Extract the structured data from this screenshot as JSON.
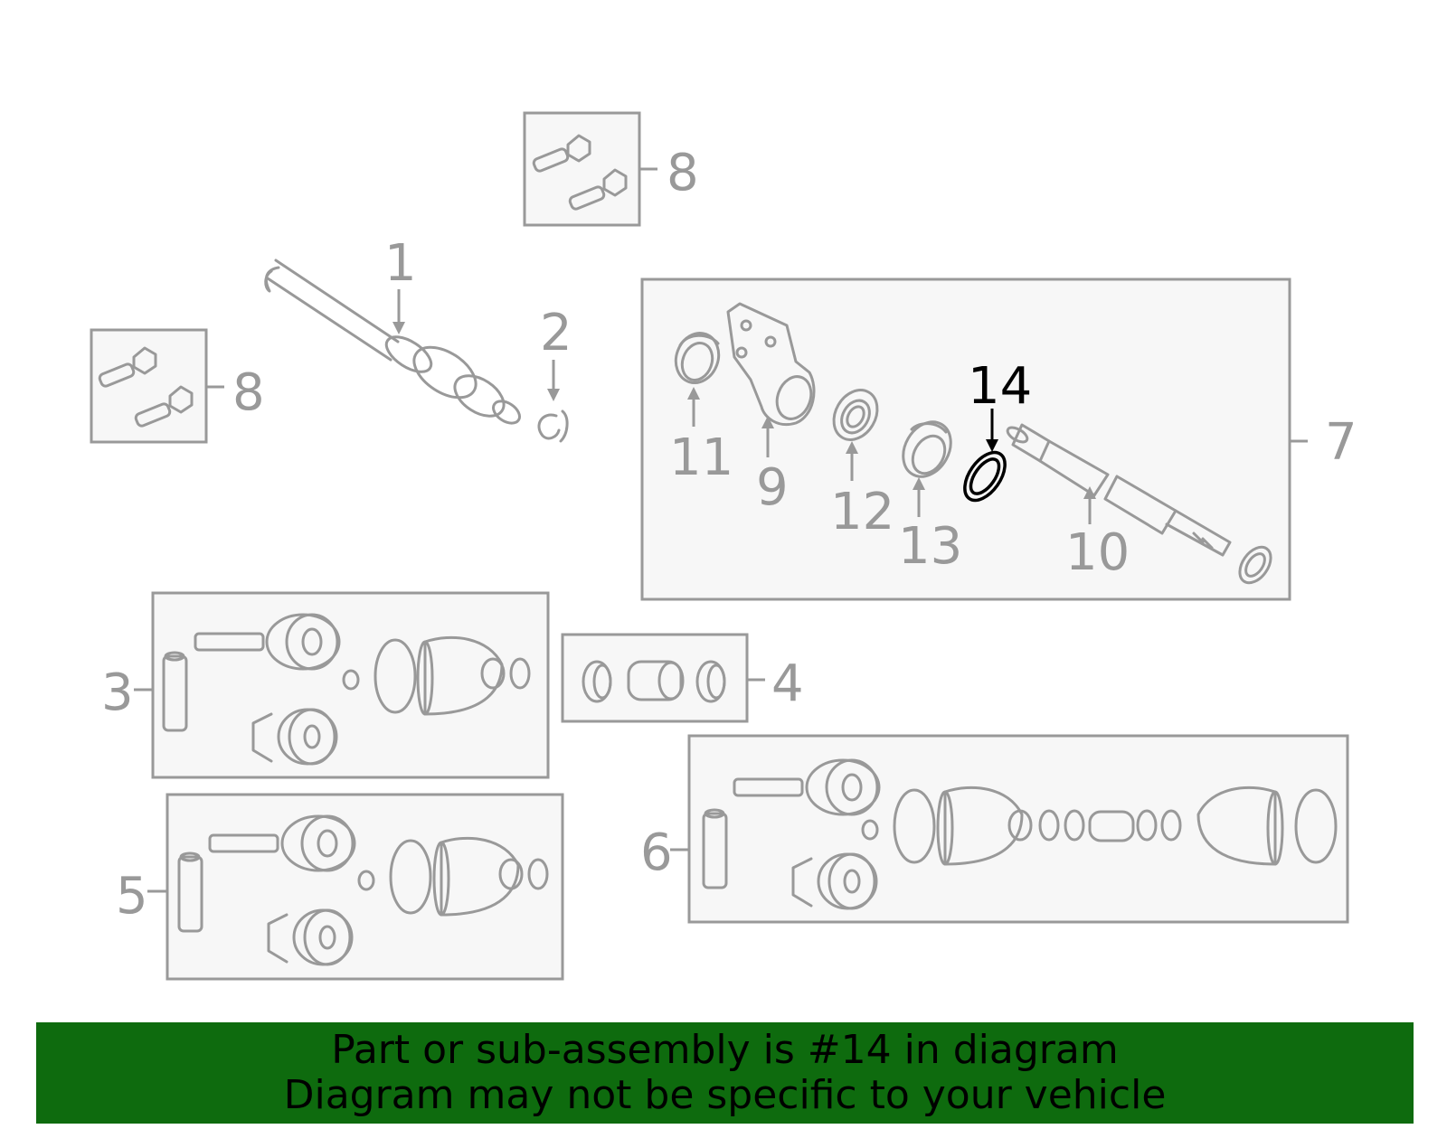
{
  "callouts": {
    "c1": "1",
    "c2": "2",
    "c3": "3",
    "c4": "4",
    "c5": "5",
    "c6": "6",
    "c7": "7",
    "c8a": "8",
    "c8b": "8",
    "c9": "9",
    "c10": "10",
    "c11": "11",
    "c12": "12",
    "c13": "13",
    "c14": "14"
  },
  "highlighted_part": "14",
  "banner": {
    "line1": "Part or sub-assembly is #14 in diagram",
    "line2": "Diagram may not be specific to your vehicle"
  },
  "colors": {
    "line": "#999999",
    "highlight": "#000000",
    "banner_bg": "#0e6b0e",
    "box_fill": "#f7f7f7"
  }
}
